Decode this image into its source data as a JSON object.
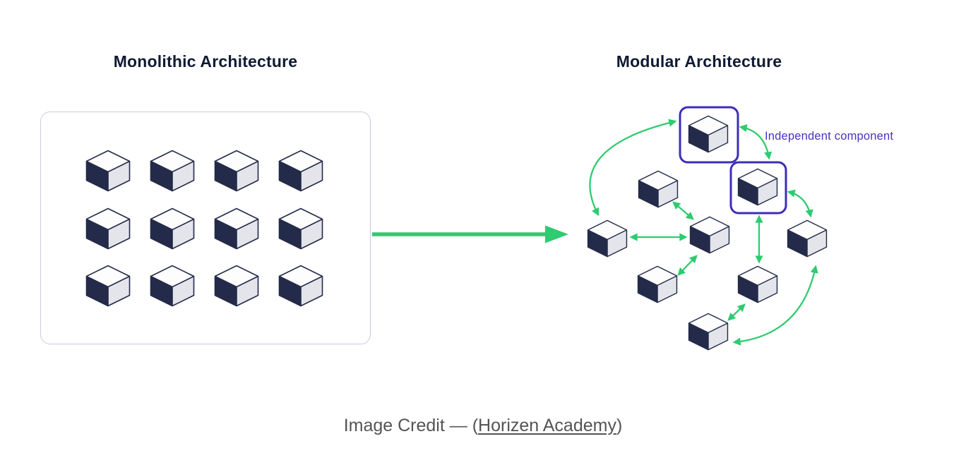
{
  "diagram": {
    "left": {
      "title": "Monolithic Architecture"
    },
    "right": {
      "title": "Modular Architecture",
      "annotation": "Independent component"
    },
    "colors": {
      "arrow_green": "#2ecb70",
      "cube_dark_face": "#242a49",
      "cube_light_face": "#e4e5eb",
      "cube_top_face": "#fdfdfe",
      "highlight_purple": "#3d2eb8",
      "annotation_purple": "#4733c2",
      "panel_border": "#c9cce0",
      "title_color": "#101a33"
    }
  },
  "caption": {
    "prefix": "Image Credit — (",
    "link": "Horizen Academy",
    "suffix": ")"
  }
}
